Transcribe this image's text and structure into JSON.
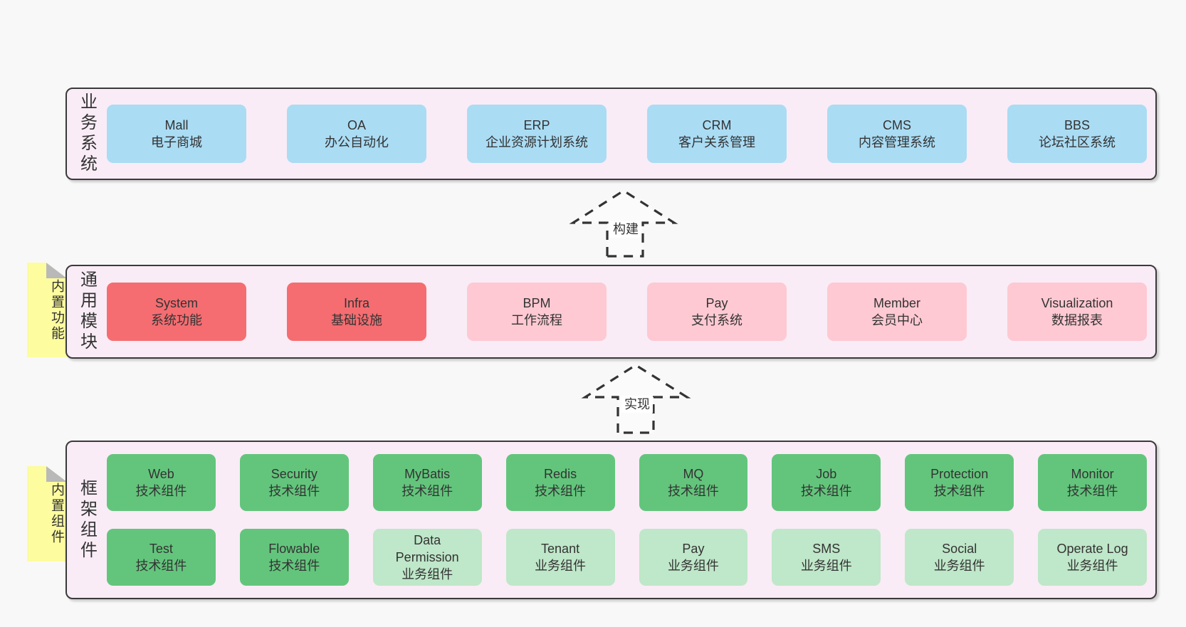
{
  "colors": {
    "page_bg": "#f8f8f8",
    "layer_bg": "#f9ecf6",
    "layer_border": "#3a3a3a",
    "box_blue": "#aadcf4",
    "box_red": "#f56d71",
    "box_pink": "#fec9d2",
    "box_green_dark": "#63c57c",
    "box_green_light": "#bfe7c9",
    "sticky_yellow": "#fdfc9e",
    "sticky_fold_gray": "#b9b9b9",
    "text": "#333333"
  },
  "layers": {
    "business": {
      "label": "业务系统",
      "boxes": [
        {
          "name": "Mall",
          "subtitle": "电子商城"
        },
        {
          "name": "OA",
          "subtitle": "办公自动化"
        },
        {
          "name": "ERP",
          "subtitle": "企业资源计划系统"
        },
        {
          "name": "CRM",
          "subtitle": "客户关系管理"
        },
        {
          "name": "CMS",
          "subtitle": "内容管理系统"
        },
        {
          "name": "BBS",
          "subtitle": "论坛社区系统"
        }
      ]
    },
    "modules": {
      "label": "通用模块",
      "sticky": "内置功能",
      "boxes": [
        {
          "name": "System",
          "subtitle": "系统功能"
        },
        {
          "name": "Infra",
          "subtitle": "基础设施"
        },
        {
          "name": "BPM",
          "subtitle": "工作流程"
        },
        {
          "name": "Pay",
          "subtitle": "支付系统"
        },
        {
          "name": "Member",
          "subtitle": "会员中心"
        },
        {
          "name": "Visualization",
          "subtitle": "数据报表"
        }
      ]
    },
    "framework": {
      "label": "框架组件",
      "sticky": "内置组件",
      "row1": [
        {
          "name": "Web",
          "subtitle": "技术组件"
        },
        {
          "name": "Security",
          "subtitle": "技术组件"
        },
        {
          "name": "MyBatis",
          "subtitle": "技术组件"
        },
        {
          "name": "Redis",
          "subtitle": "技术组件"
        },
        {
          "name": "MQ",
          "subtitle": "技术组件"
        },
        {
          "name": "Job",
          "subtitle": "技术组件"
        },
        {
          "name": "Protection",
          "subtitle": "技术组件"
        },
        {
          "name": "Monitor",
          "subtitle": "技术组件"
        }
      ],
      "row2": [
        {
          "name": "Test",
          "subtitle": "技术组件"
        },
        {
          "name": "Flowable",
          "subtitle": "技术组件"
        },
        {
          "name": "Data Permission",
          "subtitle": "业务组件"
        },
        {
          "name": "Tenant",
          "subtitle": "业务组件"
        },
        {
          "name": "Pay",
          "subtitle": "业务组件"
        },
        {
          "name": "SMS",
          "subtitle": "业务组件"
        },
        {
          "name": "Social",
          "subtitle": "业务组件"
        },
        {
          "name": "Operate Log",
          "subtitle": "业务组件"
        }
      ]
    }
  },
  "arrows": {
    "build": "构建",
    "implement": "实现"
  }
}
